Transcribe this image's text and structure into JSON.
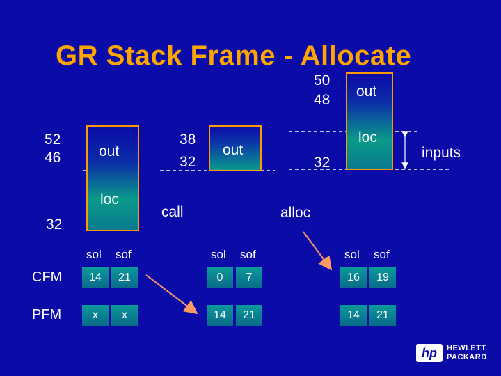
{
  "title": "GR Stack Frame - Allocate",
  "frame1": {
    "top_numbers": [
      "52",
      "46"
    ],
    "bottom_number": "32",
    "out": "out",
    "loc": "loc"
  },
  "frame2": {
    "top_numbers": [
      "38",
      "32"
    ],
    "out": "out"
  },
  "frame3": {
    "top_numbers": [
      "50",
      "48"
    ],
    "bottom_number": "32",
    "out": "out",
    "loc": "loc"
  },
  "labels": {
    "call": "call",
    "alloc": "alloc",
    "inputs": "inputs"
  },
  "table": {
    "columns": [
      "sol",
      "sof"
    ],
    "row_labels": [
      "CFM",
      "PFM"
    ],
    "groups": [
      {
        "cfm": [
          "14",
          "21"
        ],
        "pfm": [
          "x",
          "x"
        ]
      },
      {
        "cfm": [
          "0",
          "7"
        ],
        "pfm": [
          "14",
          "21"
        ]
      },
      {
        "cfm": [
          "16",
          "19"
        ],
        "pfm": [
          "14",
          "21"
        ]
      }
    ]
  },
  "logo": {
    "mark": "hp",
    "line1": "HEWLETT",
    "line2": "PACKARD"
  },
  "colors": {
    "background": "#0b0ba8",
    "title": "#ffa500",
    "box_border": "#ff9900",
    "box_fill": "#0b8e8e"
  }
}
